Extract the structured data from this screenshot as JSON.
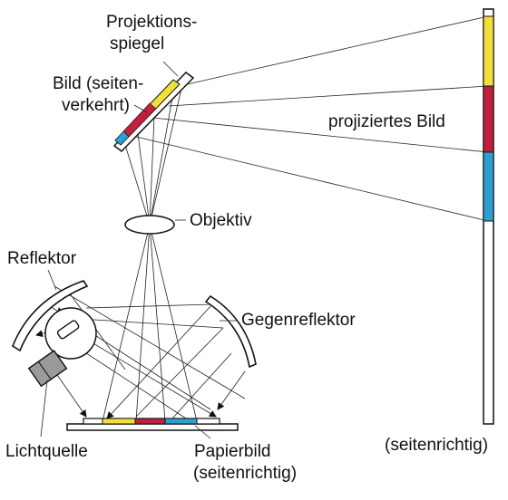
{
  "labels": {
    "mirror_line1": "Projektions-",
    "mirror_line2": "spiegel",
    "image_line1": "Bild (seiten-",
    "image_line2": "verkehrt)",
    "projected": "projiziertes Bild",
    "lens": "Objektiv",
    "reflector": "Reflektor",
    "counter_reflector": "Gegenreflektor",
    "light_source": "Lichtquelle",
    "paper_line1": "Papierbild",
    "paper_line2": "(seitenrichtig)",
    "screen_note": "(seitenrichtig)"
  },
  "colors": {
    "yellow": "#f2df3c",
    "red": "#c0203f",
    "blue": "#2f9fd2",
    "line": "#111111",
    "lamp_gray": "#9a9a9a"
  },
  "icons": [
    "light-bulb-icon",
    "lens-icon",
    "mirror-icon",
    "reflector-icon"
  ]
}
